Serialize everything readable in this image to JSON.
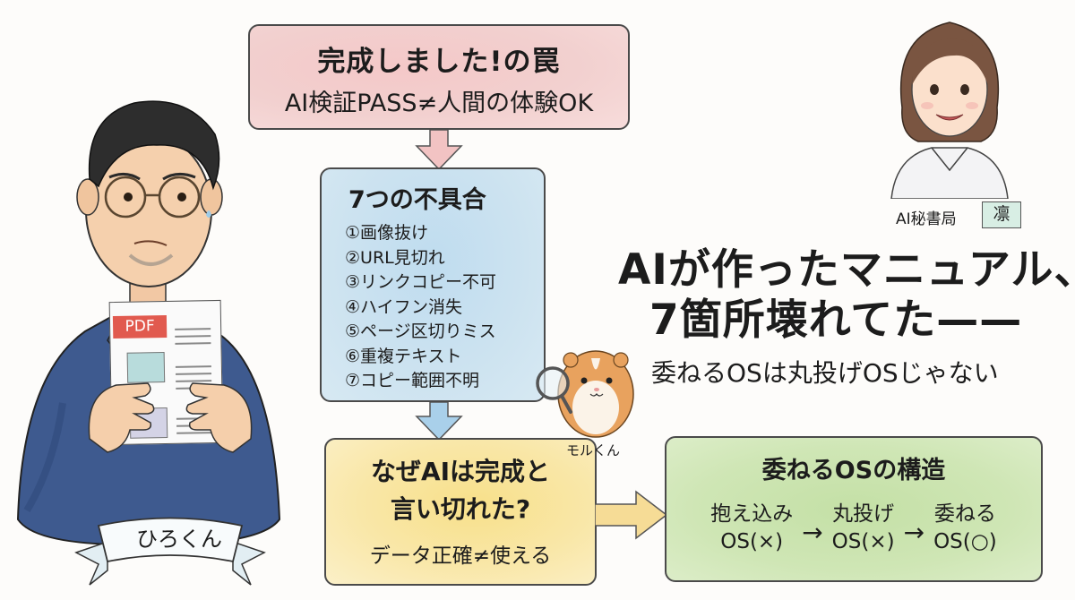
{
  "headline": {
    "line1": "AIが作ったマニュアル、",
    "line2": "7箇所壊れてた——",
    "subtitle": "委ねるOSは丸投げOSじゃない"
  },
  "trap_box": {
    "title": "完成しました!の罠",
    "subtitle": "AI検証PASS≠人間の体験OK",
    "color": "#f2cfcf"
  },
  "defects_box": {
    "title": "7つの不具合",
    "items": [
      "①画像抜け",
      "②URL見切れ",
      "③リンクコピー不可",
      "④ハイフン消失",
      "⑤ページ区切りミス",
      "⑥重複テキスト",
      "⑦コピー範囲不明"
    ],
    "color": "#cbe2f0"
  },
  "why_box": {
    "line1": "なぜAIは完成と",
    "line2": "言い切れた?",
    "line3": "データ正確≠使える",
    "color": "#f9e6a3"
  },
  "structure_box": {
    "title": "委ねるOSの構造",
    "steps": [
      {
        "label": "抱え込み",
        "os": "OS(×)"
      },
      {
        "label": "丸投げ",
        "os": "OS(×)"
      },
      {
        "label": "委ねる",
        "os": "OS(○)"
      }
    ],
    "arrow": "→",
    "color": "#cde5b3"
  },
  "characters": {
    "man": {
      "name": "ひろくん",
      "document_label": "PDF"
    },
    "secretary": {
      "org": "AI秘書局",
      "name": "凛"
    },
    "hamster": {
      "name": "モルくん"
    }
  }
}
